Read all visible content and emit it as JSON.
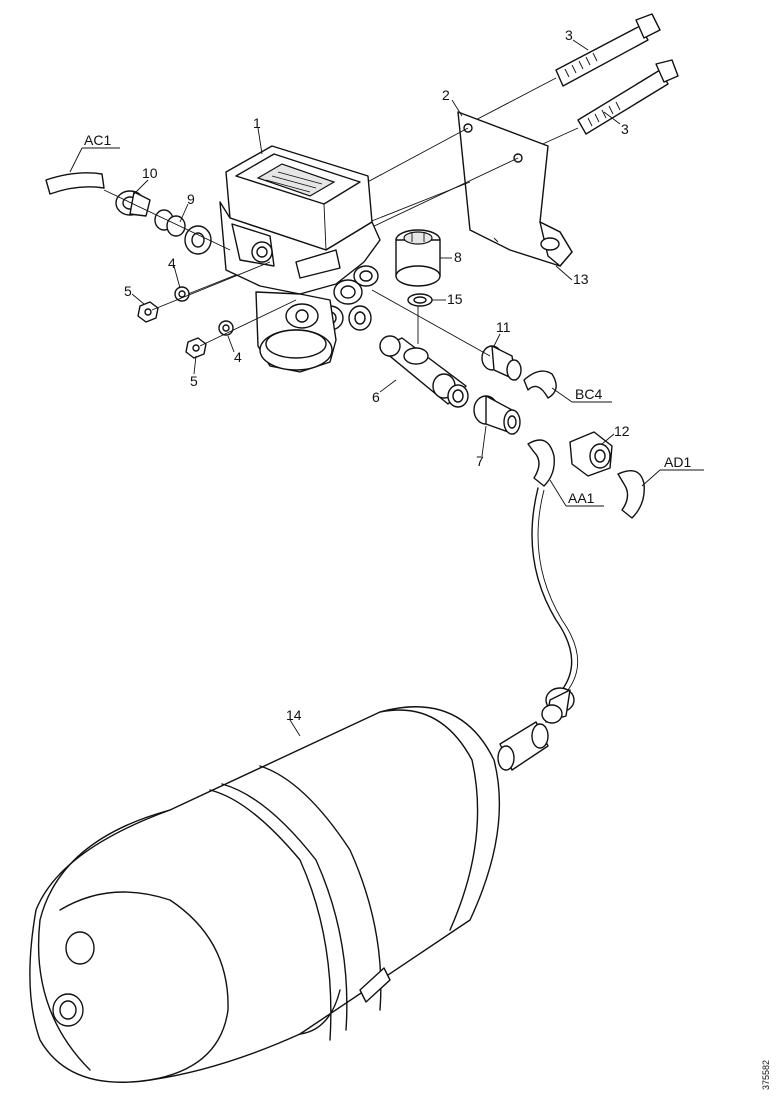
{
  "labels": {
    "p1": "1",
    "p2": "2",
    "p3a": "3",
    "p3b": "3",
    "p4a": "4",
    "p4b": "4",
    "p5a": "5",
    "p5b": "5",
    "p6": "6",
    "p7": "7",
    "p8": "8",
    "p9": "9",
    "p10": "10",
    "p11": "11",
    "p12": "12",
    "p13": "13",
    "p14": "14",
    "p15": "15",
    "ac1": "AC1",
    "bc4": "BC4",
    "aa1": "AA1",
    "ad1": "AD1"
  },
  "reference_number": "375582"
}
